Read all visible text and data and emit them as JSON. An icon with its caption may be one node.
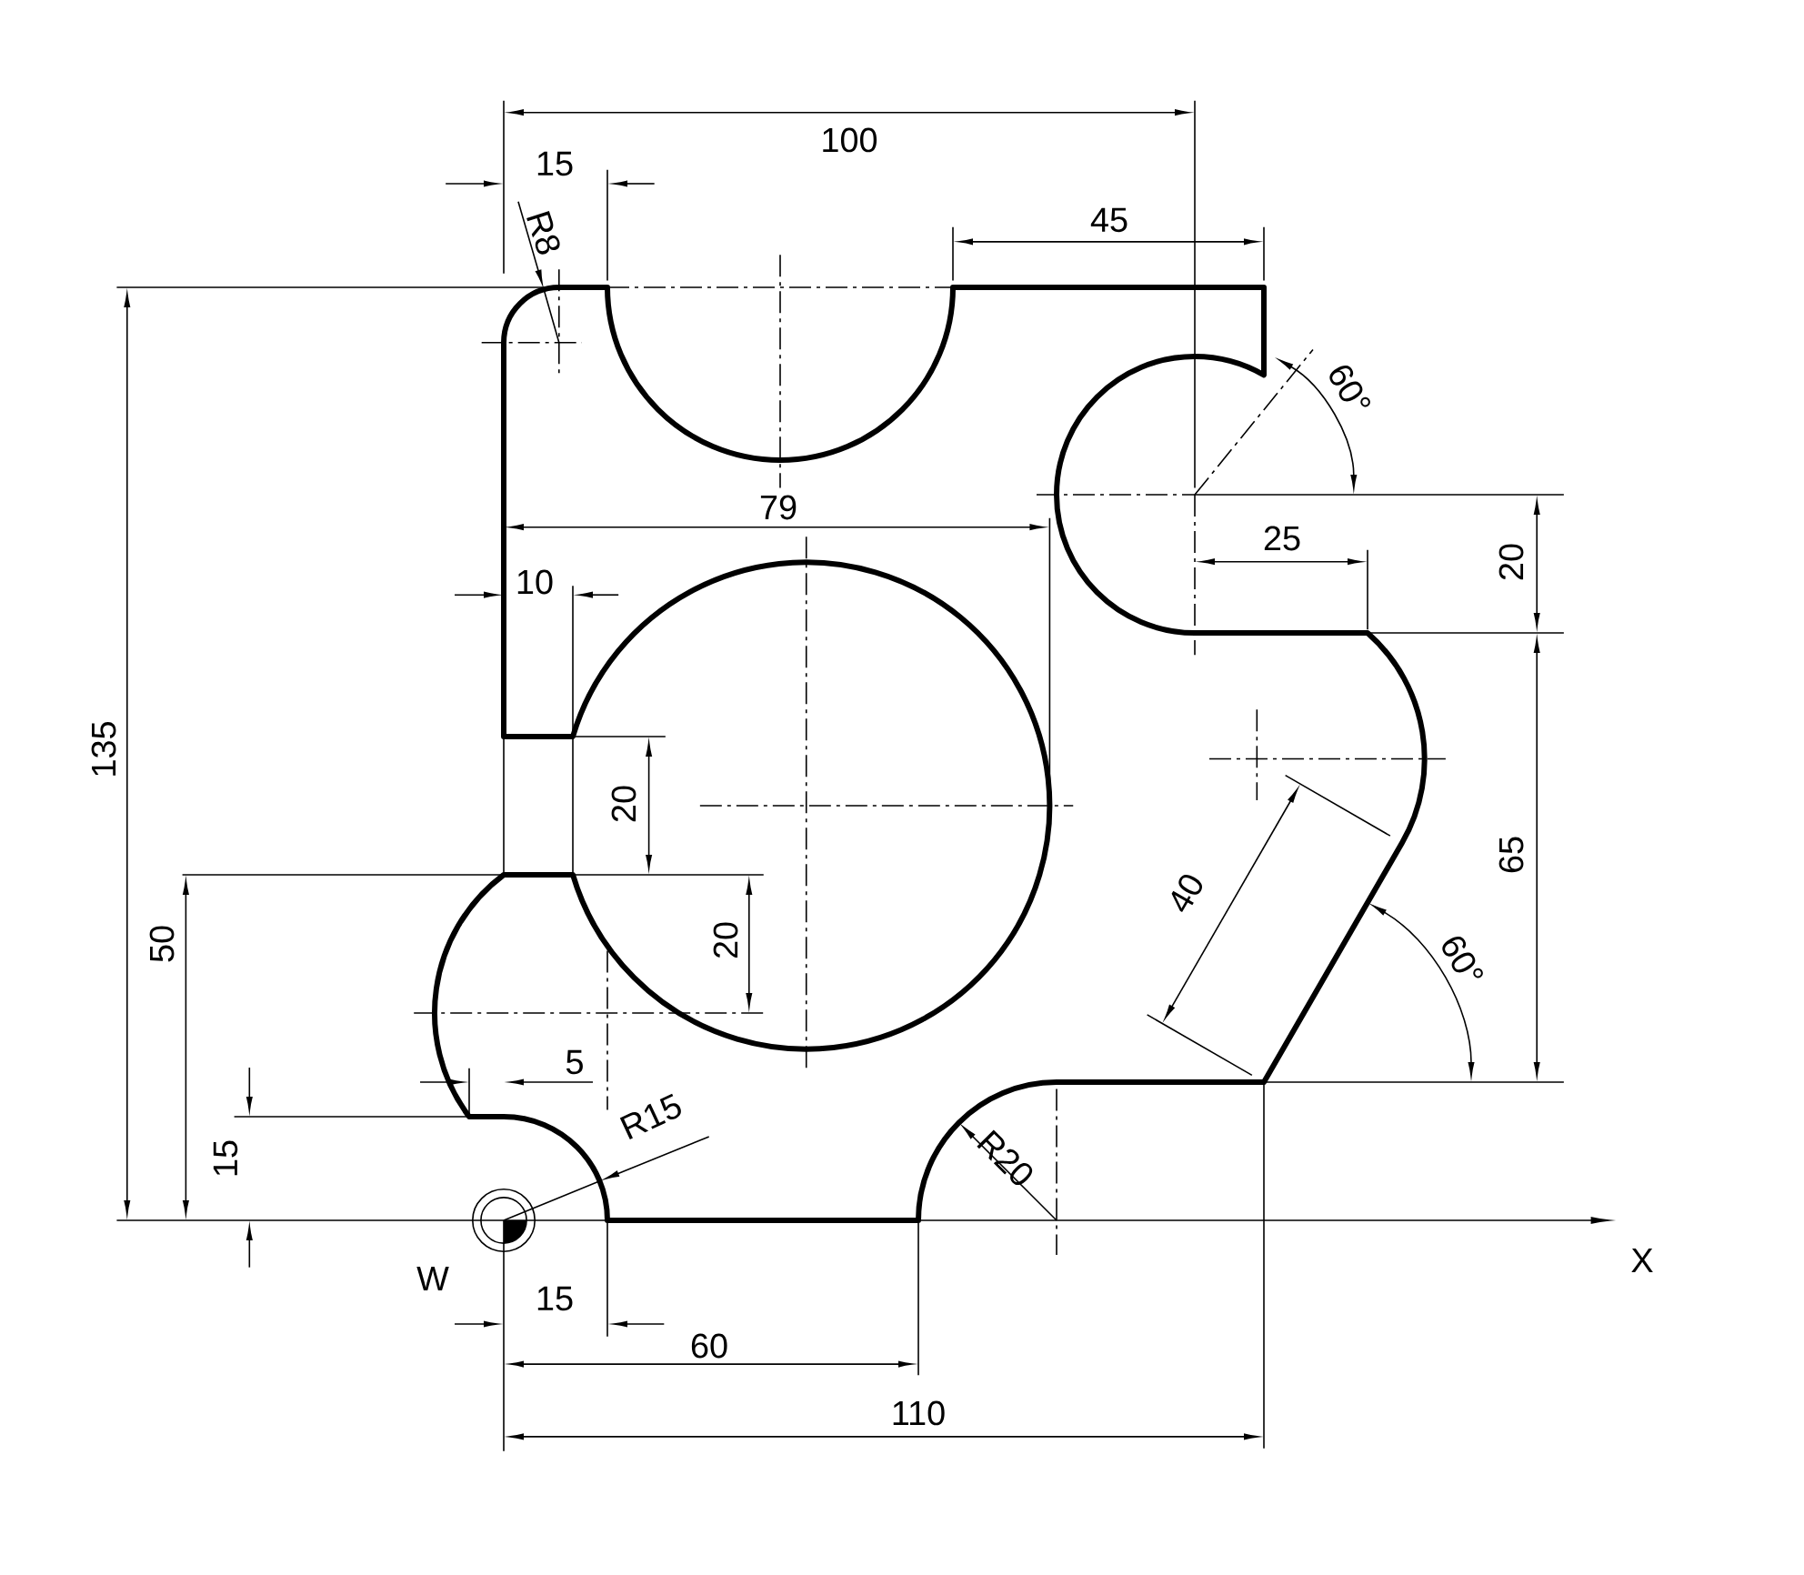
{
  "diagram": {
    "labels": [
      "100",
      "15",
      "R8",
      "45",
      "60°",
      "79",
      "25",
      "20",
      "10",
      "135",
      "20",
      "65",
      "20",
      "40",
      "60°",
      "50",
      "5",
      "15",
      "R15",
      "R20",
      "W",
      "15",
      "X",
      "60",
      "110"
    ]
  }
}
